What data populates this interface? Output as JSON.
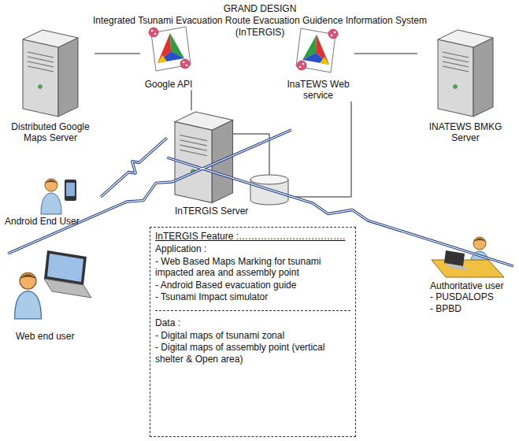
{
  "diagram": {
    "title": "GRAND DESIGN",
    "nodes": [
      {
        "text": [
          "Distributed Google Maps Server"
        ]
      },
      {
        "text": [
          "Google API"
        ]
      },
      {
        "text": [
          "InaTEWS Web service"
        ]
      },
      {
        "text": [
          "INATEWS BMKG Server"
        ]
      },
      {
        "text": [
          "InTERGIS Server"
        ]
      },
      {
        "text": [
          "Android End User"
        ]
      },
      {
        "text": [
          "Authoritative user",
          "- PUSDALOPS",
          "- BPBD"
        ]
      },
      {
        "text": [
          "InTERGIS Feature :…………………………….",
          "Application :",
          "- Web Based Maps Marking for tsunami impacted area and assembly point",
          "- Android Based evacuation guide",
          "- Tsunami Impact simulator",
          "Data :",
          "- Digital maps of tsunami zonal",
          "- Digital maps of assembly point (vertical shelter & Open area)"
        ]
      },
      {
        "text": [
          "Web end user"
        ]
      }
    ],
    "edges": [
      {
        "from": 0,
        "to": 1,
        "arrow": "none"
      },
      {
        "from": 2,
        "to": 3,
        "arrow": "none"
      },
      {
        "from": 1,
        "to": 4,
        "arrow": "none"
      },
      {
        "from": 2,
        "to": 4,
        "arrow": "none"
      },
      {
        "from": 4,
        "to": 5,
        "arrow": "none"
      },
      {
        "from": 4,
        "to": 8,
        "arrow": "none"
      },
      {
        "from": 4,
        "to": 6,
        "arrow": "none"
      }
    ],
    "labels": [
      "Integrated Tsunami Evacuation Route Evacuation Guidence Information System (InTERGIS)"
    ]
  }
}
